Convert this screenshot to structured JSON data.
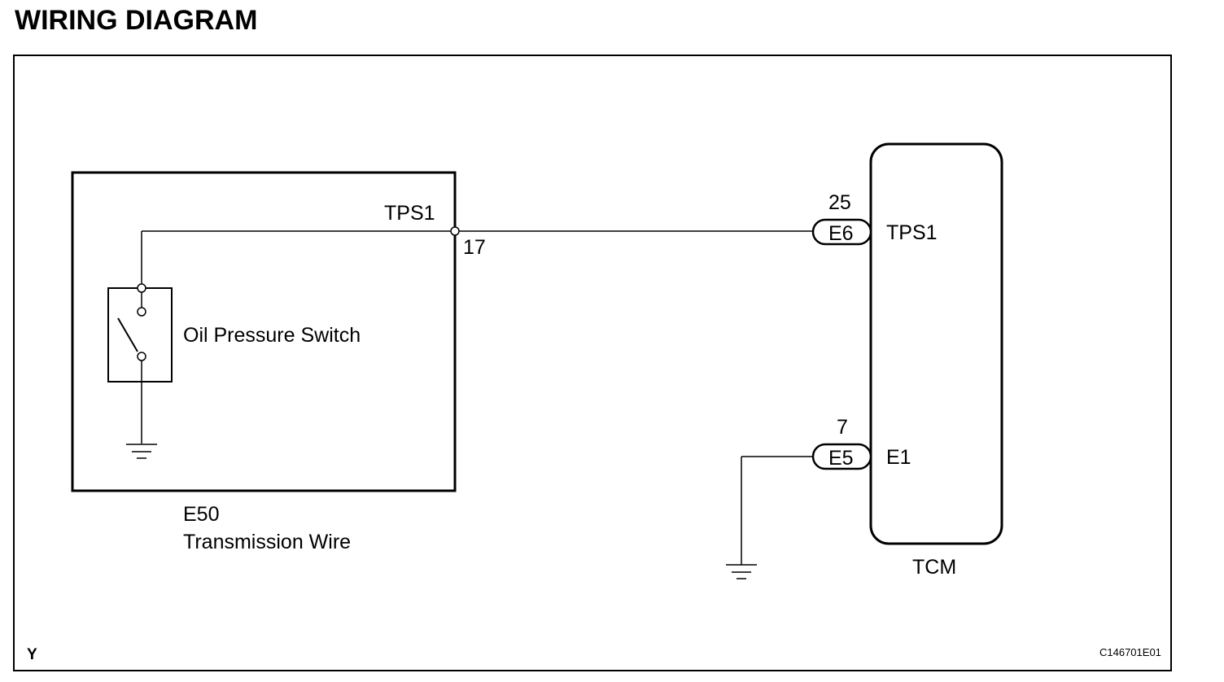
{
  "title": "WIRING DIAGRAM",
  "left_component": {
    "switch_name": "Oil Pressure Switch",
    "terminal_name": "TPS1",
    "pin": "17",
    "connector_code": "E50",
    "connector_name": "Transmission Wire"
  },
  "tcm": {
    "name": "TCM",
    "terminals": [
      {
        "pin": "25",
        "connector": "E6",
        "terminal": "TPS1"
      },
      {
        "pin": "7",
        "connector": "E5",
        "terminal": "E1"
      }
    ]
  },
  "footer": {
    "wire_color": "Y",
    "figure_code": "C146701E01"
  }
}
